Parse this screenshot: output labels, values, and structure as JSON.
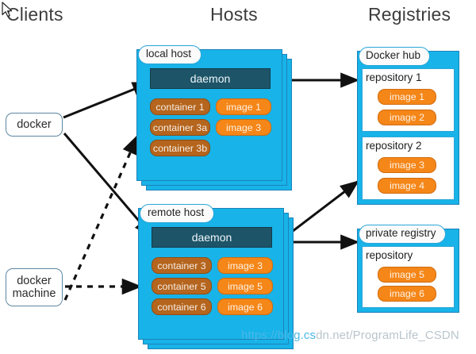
{
  "sections": {
    "clients": "Clients",
    "hosts": "Hosts",
    "registries": "Registries"
  },
  "clients": [
    {
      "id": "docker",
      "label": "docker"
    },
    {
      "id": "docker-machine",
      "line1": "docker",
      "line2": "machine"
    }
  ],
  "hosts": [
    {
      "id": "local-host",
      "label": "local host",
      "daemon": "daemon",
      "containers": [
        "container 1",
        "container 3a",
        "container 3b"
      ],
      "images": [
        "image 1",
        "image 3"
      ]
    },
    {
      "id": "remote-host",
      "label": "remote host",
      "daemon": "daemon",
      "containers": [
        "container 3",
        "container 5",
        "container 6"
      ],
      "images": [
        "image 3",
        "image 5",
        "image 6"
      ]
    }
  ],
  "registries": [
    {
      "id": "docker-hub",
      "label": "Docker hub",
      "repositories": [
        {
          "title": "repository 1",
          "images": [
            "image 1",
            "image 2"
          ]
        },
        {
          "title": "repository 2",
          "images": [
            "image 3",
            "image 4"
          ]
        }
      ]
    },
    {
      "id": "private-registry",
      "label": "private registry",
      "repositories": [
        {
          "title": "repository",
          "images": [
            "image 5",
            "image 6"
          ]
        }
      ]
    }
  ],
  "watermark": {
    "highlighted": "https://blog.cs",
    "faded": "dn.net/ProgramLife_CSDN"
  },
  "colors": {
    "host_fill": "#18b3e8",
    "host_border": "#1b84ba",
    "daemon": "#1d5468",
    "container": "#b5651d",
    "image": "#f58618",
    "label_border": "#2aa6d8",
    "client_border": "#5d87a1",
    "wire": "#111111"
  },
  "connections": [
    {
      "from": "docker",
      "to": "local-host-daemon",
      "style": "solid"
    },
    {
      "from": "docker",
      "to": "remote-host-daemon",
      "style": "solid"
    },
    {
      "from": "docker-machine",
      "to": "local-host",
      "style": "dotted"
    },
    {
      "from": "docker-machine",
      "to": "remote-host",
      "style": "dotted"
    },
    {
      "from": "local-host-daemon",
      "to": "repository-1",
      "style": "solid"
    },
    {
      "from": "remote-host-daemon",
      "to": "repository-2",
      "style": "solid"
    },
    {
      "from": "remote-host-daemon",
      "to": "private-registry",
      "style": "solid"
    }
  ]
}
